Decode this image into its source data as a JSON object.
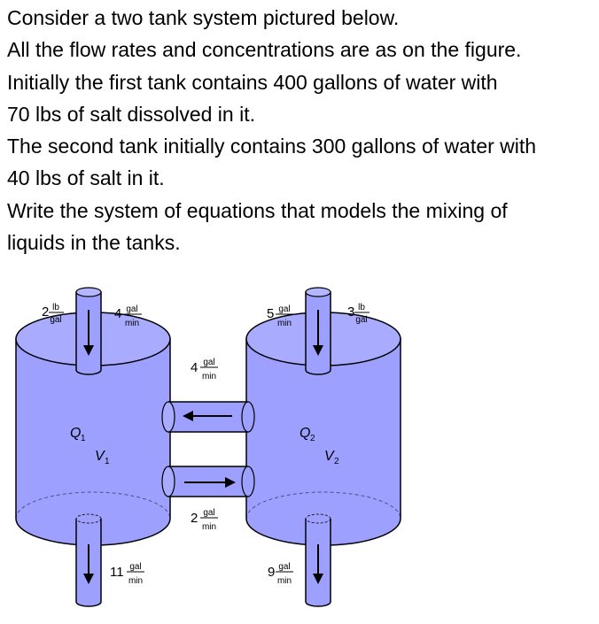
{
  "problem": {
    "lines": [
      "Consider a two tank system pictured below.",
      "All the flow rates and concentrations are as on the figure.",
      "Initially the first tank contains 400 gallons of water with",
      "70 lbs of salt dissolved in it.",
      "The second tank initially contains 300 gallons of water with",
      "40 lbs of salt in it.",
      "Write the system of equations that models the mixing of",
      "liquids in the tanks."
    ]
  },
  "diagram": {
    "colors": {
      "fill": "#9ea0ff",
      "top": "#aeb0ff",
      "stroke": "#000000"
    },
    "tank1": {
      "amount_symbol": "Q",
      "amount_sub": "1",
      "volume_symbol": "V",
      "volume_sub": "1"
    },
    "tank2": {
      "amount_symbol": "Q",
      "amount_sub": "2",
      "volume_symbol": "V",
      "volume_sub": "2"
    },
    "inflow1_conc": {
      "value": "2",
      "num": "lb",
      "den": "gal"
    },
    "inflow1_rate": {
      "value": "4",
      "num": "gal",
      "den": "min"
    },
    "inflow2_rate": {
      "value": "5",
      "num": "gal",
      "den": "min"
    },
    "inflow2_conc": {
      "value": "3",
      "num": "lb",
      "den": "gal"
    },
    "pipe_2to1_rate": {
      "value": "4",
      "num": "gal",
      "den": "min"
    },
    "pipe_1to2_rate": {
      "value": "2",
      "num": "gal",
      "den": "min"
    },
    "outflow1_rate": {
      "value": "11",
      "num": "gal",
      "den": "min"
    },
    "outflow2_rate": {
      "value": "9",
      "num": "gal",
      "den": "min"
    },
    "icons": [
      "arrow-down-icon",
      "arrow-left-icon",
      "arrow-right-icon"
    ]
  }
}
